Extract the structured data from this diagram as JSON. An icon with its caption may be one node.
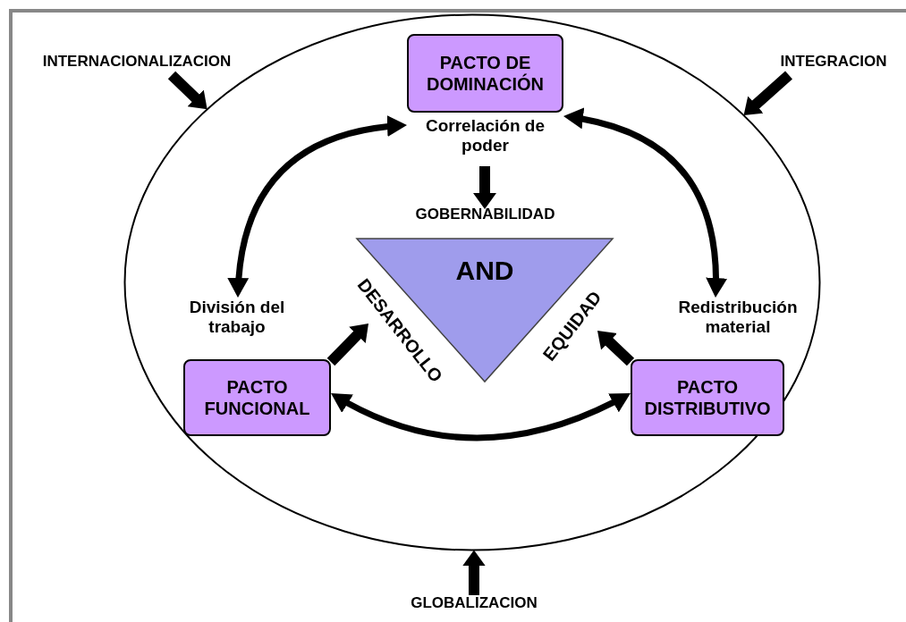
{
  "diagram": {
    "nodes": [
      {
        "text": [],
        "shape": "ellipse"
      },
      {
        "text": [
          "INTERNACIONALIZACION"
        ]
      },
      {
        "text": [
          "INTEGRACION"
        ]
      },
      {
        "text": [
          "GLOBALIZACION"
        ]
      },
      {
        "text": [
          "PACTO DE DOMINACIÓN"
        ],
        "beside": [
          "Correlación de poder"
        ],
        "in": 0
      },
      {
        "text": [
          "PACTO FUNCIONAL"
        ],
        "beside": [
          "División del trabajo"
        ],
        "in": 0
      },
      {
        "text": [
          "PACTO DISTRIBUTIVO"
        ],
        "beside": [
          "Redistribución material"
        ],
        "in": 0
      },
      {
        "text": [
          "GOBERNABILIDAD"
        ],
        "in": 0
      },
      {
        "text": [
          "AND",
          "DESARROLLO",
          "EQUIDAD"
        ],
        "in": 0
      }
    ],
    "edges": [
      {
        "from": 1,
        "to": 0,
        "arrow": "to"
      },
      {
        "from": 2,
        "to": 0,
        "arrow": "to"
      },
      {
        "from": 3,
        "to": 0,
        "arrow": "to"
      },
      {
        "from": 4,
        "to": 7,
        "arrow": "to"
      },
      {
        "from": 5,
        "to": 8,
        "arrow": "to"
      },
      {
        "from": 6,
        "to": 8,
        "arrow": "to"
      },
      {
        "from": 4,
        "to": 5,
        "arrow": "both"
      },
      {
        "from": 4,
        "to": 6,
        "arrow": "both"
      },
      {
        "from": 5,
        "to": 6,
        "arrow": "both"
      }
    ]
  }
}
